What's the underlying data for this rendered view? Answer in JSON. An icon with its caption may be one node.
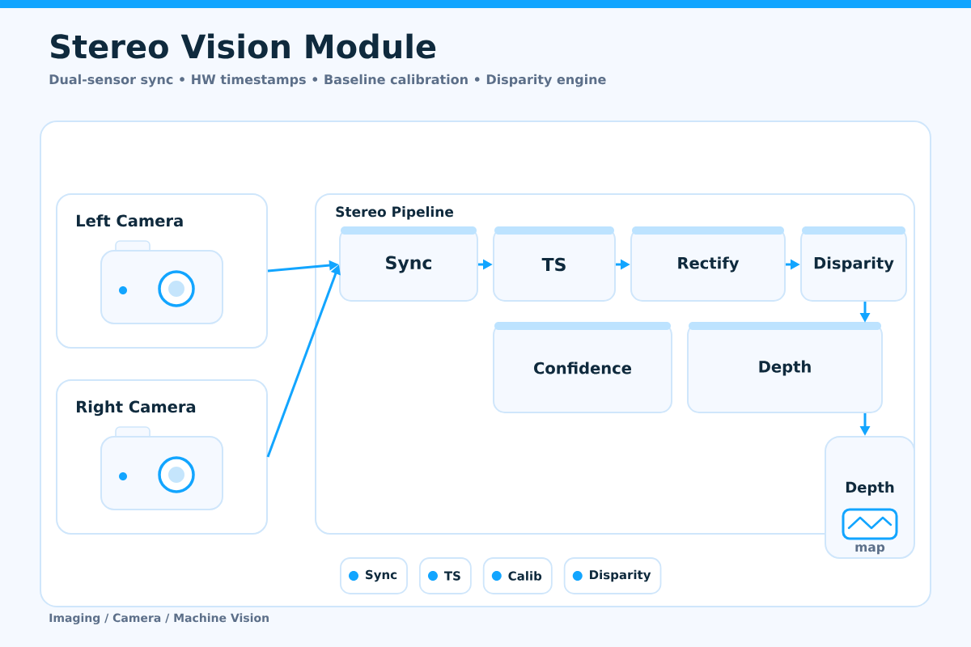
{
  "diagram": {
    "title": "Stereo Vision Module",
    "nodes": [
      {
        "text": [
          "Left Camera"
        ]
      },
      {
        "text": [
          "Right Camera"
        ]
      },
      {
        "text": [
          "Stereo Pipeline"
        ]
      },
      {
        "text": [
          "Sync"
        ],
        "in": 2
      },
      {
        "text": [
          "TS"
        ],
        "in": 2
      },
      {
        "text": [
          "Rectify"
        ],
        "in": 2
      },
      {
        "text": [
          "Disparity"
        ],
        "in": 2
      },
      {
        "text": [
          "Confidence"
        ],
        "in": 2
      },
      {
        "text": [
          "Depth"
        ],
        "in": 2
      },
      {
        "text": [
          "Depth",
          "map"
        ]
      }
    ],
    "edges": [
      {
        "from": 0,
        "to": 3,
        "arrow": "to"
      },
      {
        "from": 1,
        "to": 3,
        "arrow": "to"
      },
      {
        "from": 3,
        "to": 4,
        "arrow": "to"
      },
      {
        "from": 4,
        "to": 5,
        "arrow": "to"
      },
      {
        "from": 5,
        "to": 6,
        "arrow": "to"
      },
      {
        "from": 6,
        "to": 8,
        "arrow": "to"
      },
      {
        "from": 8,
        "to": 9,
        "arrow": "to"
      }
    ],
    "labels": [
      "Dual-sensor sync • HW timestamps • Baseline calibration • Disparity engine",
      "Imaging / Camera / Machine Vision"
    ],
    "legend": [
      {
        "text": "Sync",
        "color": "#12a5ff"
      },
      {
        "text": "TS",
        "color": "#12a5ff"
      },
      {
        "text": "Calib",
        "color": "#12a5ff"
      },
      {
        "text": "Disparity",
        "color": "#12a5ff"
      }
    ]
  }
}
